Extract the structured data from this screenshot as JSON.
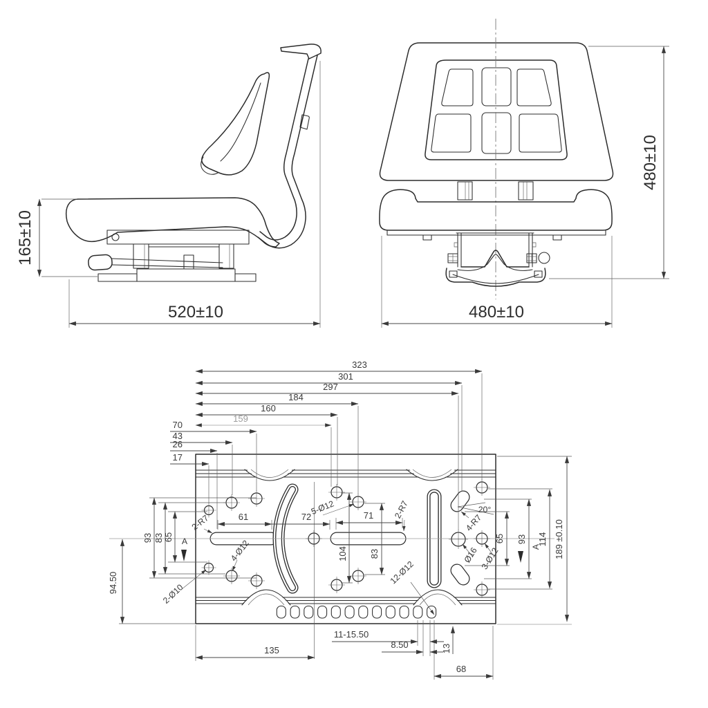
{
  "side_view": {
    "height_dim": "165±10",
    "width_dim": "520±10"
  },
  "front_view": {
    "height_dim": "480±10",
    "width_dim": "480±10"
  },
  "plate_view": {
    "chain_dims": {
      "d323": "323",
      "d301": "301",
      "d297": "297",
      "d184": "184",
      "d160": "160",
      "d159": "159",
      "d70": "70",
      "d43": "43",
      "d26": "26",
      "d17": "17"
    },
    "left_dims": {
      "d93": "93",
      "d83": "83",
      "d65": "65",
      "d9450": "94.50"
    },
    "right_dims": {
      "d65": "65",
      "d93": "93",
      "d114": "114",
      "d189": "189 ±0.10"
    },
    "bottom_dims": {
      "d135": "135",
      "d1115": "11-15.50",
      "d850": "8.50",
      "d13": "13",
      "d68": "68"
    },
    "inner_dims": {
      "d61": "61",
      "d72": "72",
      "d71": "71",
      "d104": "104",
      "d83": "83"
    },
    "feature_labels": {
      "r7_left": "2-R7",
      "r7_right": "2-R7",
      "five_d12": "5-Ø12",
      "four_d12": "4-Ø12",
      "two_d10": "2-Ø10",
      "twelve_d12": "12-Ø12",
      "angle": "20°",
      "four_r7": "4-R7",
      "d16": "Ø16",
      "three_d12": "3-Ø12"
    },
    "section_label": "A"
  },
  "colors": {
    "line": "#2b2b2b",
    "dim_text": "#3a3a3a",
    "faded": "#9c9c9c",
    "background": "#ffffff"
  }
}
